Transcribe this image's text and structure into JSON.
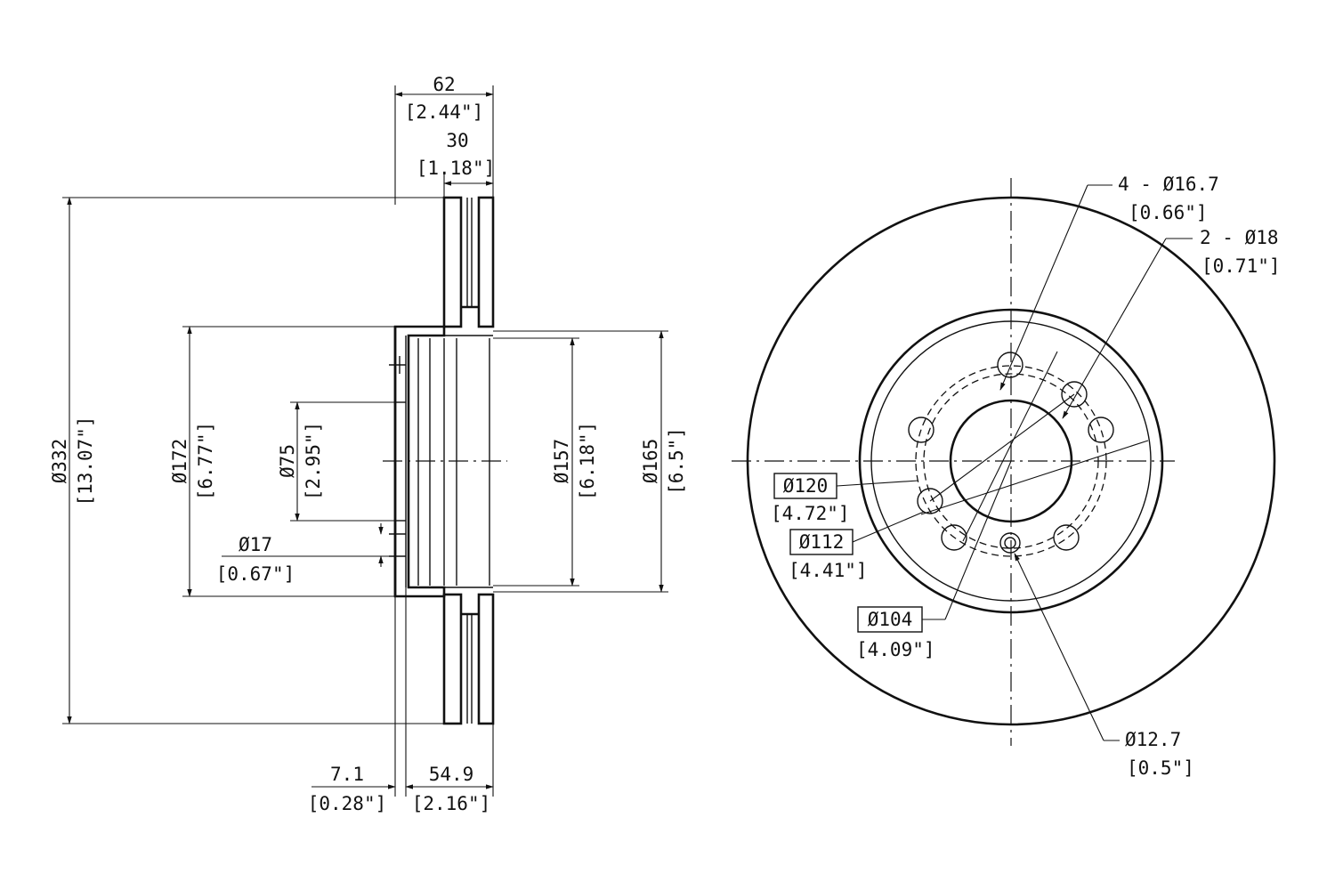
{
  "dimensions": {
    "overall_thickness": {
      "mm": "62",
      "inch": "[2.44\"]"
    },
    "pad_gap": {
      "mm": "30",
      "inch": "[1.18\"]"
    },
    "outer_diameter": {
      "mm": "Ø332",
      "inch": "[13.07\"]"
    },
    "hat_diameter": {
      "mm": "Ø172",
      "inch": "[6.77\"]"
    },
    "center_bore": {
      "mm": "Ø75",
      "inch": "[2.95\"]"
    },
    "stud_hole_side": {
      "mm": "Ø17",
      "inch": "[0.67\"]"
    },
    "inner_hat_diameter": {
      "mm": "Ø157",
      "inch": "[6.18\"]"
    },
    "hat_outer_diameter": {
      "mm": "Ø165",
      "inch": "[6.5\"]"
    },
    "hat_flange_thickness": {
      "mm": "7.1",
      "inch": "[0.28\"]"
    },
    "hat_height": {
      "mm": "54.9",
      "inch": "[2.16\"]"
    }
  },
  "callouts": {
    "bolt_holes": {
      "mm": "4 - Ø16.7",
      "inch": "[0.66\"]"
    },
    "pilot_holes": {
      "mm": "2 - Ø18",
      "inch": "[0.71\"]"
    },
    "bolt_circle_120": {
      "mm": "Ø120",
      "inch": "[4.72\"]"
    },
    "bolt_circle_112": {
      "mm": "Ø112",
      "inch": "[4.41\"]"
    },
    "bolt_circle_104": {
      "mm": "Ø104",
      "inch": "[4.09\"]"
    },
    "small_hole": {
      "mm": "Ø12.7",
      "inch": "[0.5\"]"
    }
  }
}
